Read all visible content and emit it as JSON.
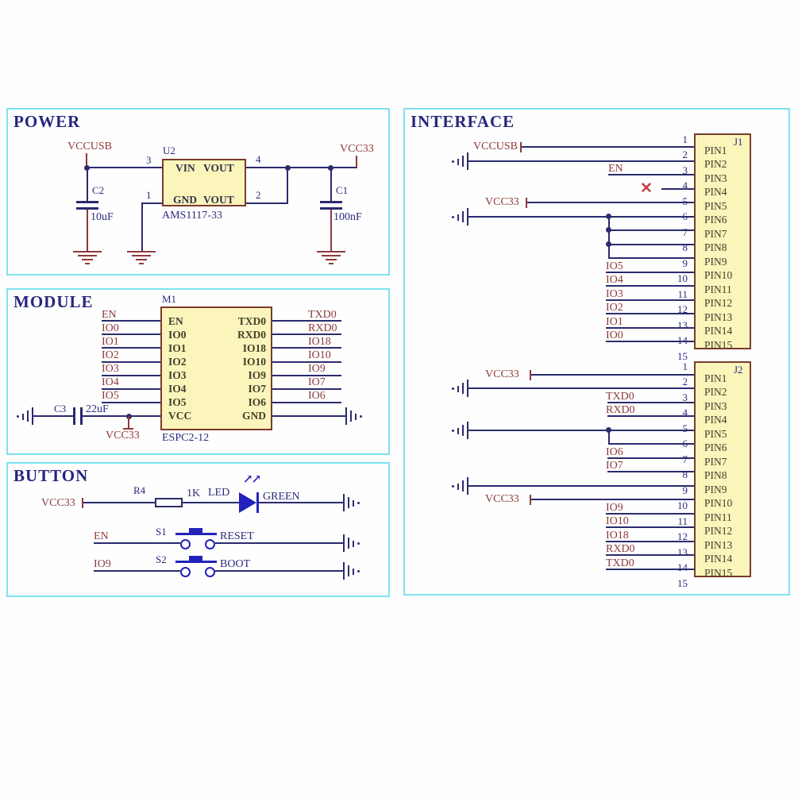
{
  "colors": {
    "section_border": "#7de2ee",
    "title_navy": "#26267e",
    "wire_navy": "#2b2b6e",
    "net_maroon": "#8e3a3a",
    "part_fill": "#fbf5bb",
    "part_border": "#7a3b2b",
    "led_blue": "#2222bb",
    "no_connect_red": "#c44040"
  },
  "icons": {
    "no_connect": "✕",
    "led_arrows": "↗↗"
  },
  "power": {
    "title": "POWER",
    "vccusb": "VCCUSB",
    "vcc33": "VCC33",
    "u2": {
      "ref": "U2",
      "part": "AMS1117-33",
      "pin_vin": "VIN",
      "pin_vout_top": "VOUT",
      "pin_gnd": "GND",
      "pin_vout_bot": "VOUT",
      "num_vin": "3",
      "num_gnd": "1",
      "num_vout_top": "4",
      "num_vout_bot": "2"
    },
    "c2": {
      "ref": "C2",
      "value": "10uF"
    },
    "c1": {
      "ref": "C1",
      "value": "100nF"
    }
  },
  "module": {
    "title": "MODULE",
    "m1": {
      "ref": "M1",
      "part": "ESPC2-12",
      "left_pins": [
        "EN",
        "IO0",
        "IO1",
        "IO2",
        "IO3",
        "IO4",
        "IO5",
        "VCC"
      ],
      "right_pins": [
        "TXD0",
        "RXD0",
        "IO18",
        "IO10",
        "IO9",
        "IO7",
        "IO6",
        "GND"
      ]
    },
    "left_nets": [
      "EN",
      "IO0",
      "IO1",
      "IO2",
      "IO3",
      "IO4",
      "IO5"
    ],
    "right_nets": [
      "TXD0",
      "RXD0",
      "IO18",
      "IO10",
      "IO9",
      "IO7",
      "IO6"
    ],
    "c3": {
      "ref": "C3",
      "value": "22uF"
    },
    "vcc33": "VCC33"
  },
  "button": {
    "title": "BUTTON",
    "led": {
      "net": "VCC33",
      "r_ref": "R4",
      "r_value": "1K",
      "label": "LED",
      "color_label": "GREEN"
    },
    "s1": {
      "net": "EN",
      "ref": "S1",
      "label": "RESET"
    },
    "s2": {
      "net": "IO9",
      "ref": "S2",
      "label": "BOOT"
    }
  },
  "interface": {
    "title": "INTERFACE",
    "j1": {
      "ref": "J1",
      "pin_names": [
        "PIN1",
        "PIN2",
        "PIN3",
        "PIN4",
        "PIN5",
        "PIN6",
        "PIN7",
        "PIN8",
        "PIN9",
        "PIN10",
        "PIN11",
        "PIN12",
        "PIN13",
        "PIN14",
        "PIN15"
      ],
      "pin_numbers": [
        "1",
        "2",
        "3",
        "4",
        "5",
        "6",
        "7",
        "8",
        "9",
        "10",
        "11",
        "12",
        "13",
        "14",
        "15"
      ],
      "net_pin1": "VCCUSB",
      "net_pin3": "EN",
      "net_pin5": "VCC33",
      "net_rows": [
        "IO5",
        "IO4",
        "IO3",
        "IO2",
        "IO1",
        "IO0"
      ]
    },
    "j2": {
      "ref": "J2",
      "pin_names": [
        "PIN1",
        "PIN2",
        "PIN3",
        "PIN4",
        "PIN5",
        "PIN6",
        "PIN7",
        "PIN8",
        "PIN9",
        "PIN10",
        "PIN11",
        "PIN12",
        "PIN13",
        "PIN14",
        "PIN15"
      ],
      "pin_numbers": [
        "1",
        "2",
        "3",
        "4",
        "5",
        "6",
        "7",
        "8",
        "9",
        "10",
        "11",
        "12",
        "13",
        "14",
        "15"
      ],
      "net_pin1": "VCC33",
      "net_pin3": "TXD0",
      "net_pin4": "RXD0",
      "net_pin7": "IO6",
      "net_pin8": "IO7",
      "net_pin10": "VCC33",
      "net_rows": [
        "IO9",
        "IO10",
        "IO18",
        "RXD0",
        "TXD0"
      ]
    }
  }
}
